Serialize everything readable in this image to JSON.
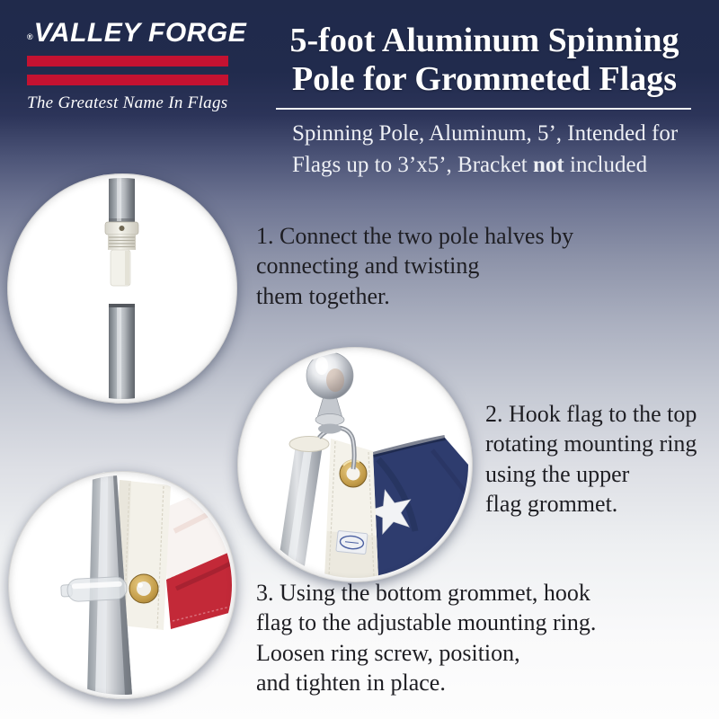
{
  "brand": {
    "registered_mark": "®",
    "name": "VALLEY FORGE",
    "tagline": "The Greatest Name In Flags"
  },
  "header": {
    "title_line1": "5-foot Aluminum Spinning",
    "title_line2": "Pole for Grommeted Flags",
    "subtitle": {
      "line1": "Spinning Pole, Aluminum, 5’, Intended for",
      "line2_pre": "Flags up to 3’x5’, Bracket ",
      "line2_bold": "not",
      "line2_post": " included"
    }
  },
  "steps": [
    {
      "lines": [
        "1. Connect the two pole halves by",
        "connecting and twisting",
        "them together."
      ]
    },
    {
      "lines": [
        "2. Hook flag to the top",
        "rotating mounting ring",
        "using the upper",
        "flag grommet."
      ]
    },
    {
      "lines": [
        "3. Using the bottom grommet, hook",
        "flag to the adjustable mounting ring.",
        "Loosen ring screw, position,",
        "and tighten in place."
      ]
    }
  ],
  "photos": [
    {
      "name": "pole-joint-photo"
    },
    {
      "name": "pole-top-finial-photo"
    },
    {
      "name": "pole-bottom-ring-photo"
    }
  ],
  "colors": {
    "background_navy": "#212b4d",
    "logo_red": "#c41231",
    "flag_blue": "#2e3c6e",
    "flag_red": "#c32938",
    "brass": "#b08d3e",
    "pole_silver": "#b6bac0",
    "step_text": "#1e1e23",
    "white": "#ffffff"
  }
}
